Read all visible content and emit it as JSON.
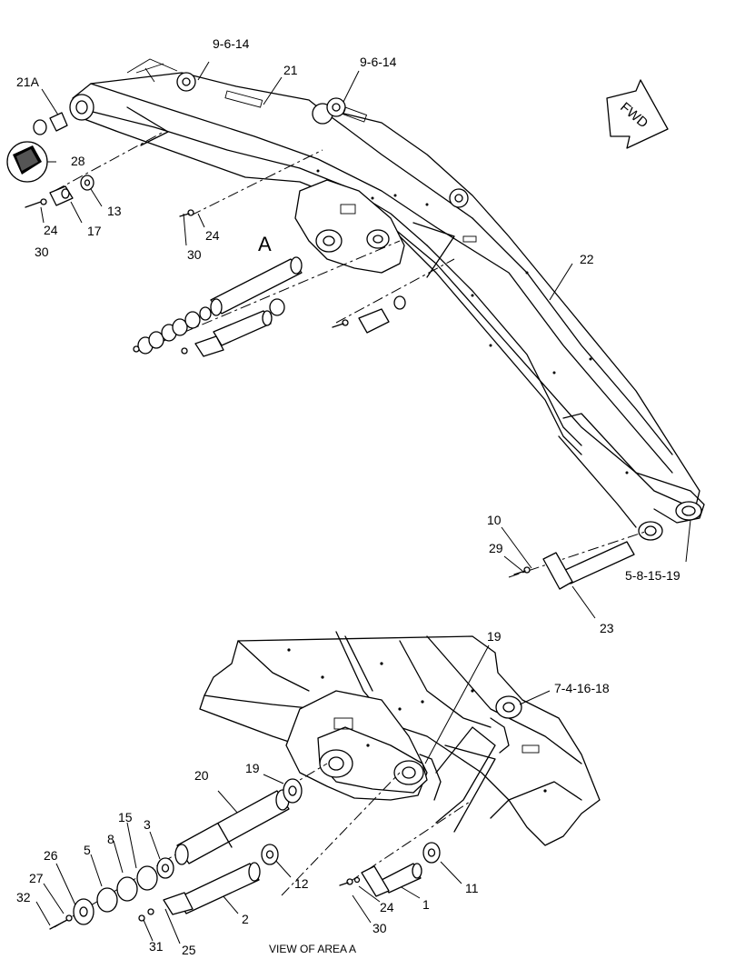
{
  "labels": {
    "l_9_6_14_a": "9-6-14",
    "l_9_6_14_b": "9-6-14",
    "l_21": "21",
    "l_21A": "21A",
    "l_28": "28",
    "l_13": "13",
    "l_24_a": "24",
    "l_17": "17",
    "l_30_a": "30",
    "l_24_b": "24",
    "l_30_b": "30",
    "l_A": "A",
    "l_22": "22",
    "l_10": "10",
    "l_29": "29",
    "l_5_8_15_19": "5-8-15-19",
    "l_23": "23",
    "l_19_a": "19",
    "l_7_4_16_18": "7-4-16-18",
    "l_20": "20",
    "l_19_b": "19",
    "l_15": "15",
    "l_8": "8",
    "l_3": "3",
    "l_26": "26",
    "l_5": "5",
    "l_27": "27",
    "l_32": "32",
    "l_12": "12",
    "l_11": "11",
    "l_24_c": "24",
    "l_1": "1",
    "l_2": "2",
    "l_30_c": "30",
    "l_31": "31",
    "l_25": "25"
  },
  "caption": "VIEW OF AREA A",
  "fwd_arrow": "FWD",
  "icons": {
    "fwd": "direction-arrow-icon",
    "detail": "part-detail-icon"
  }
}
